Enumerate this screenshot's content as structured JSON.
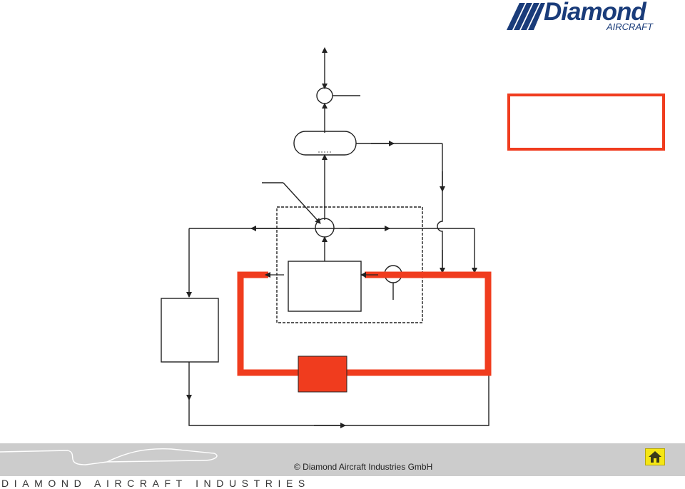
{
  "logo": {
    "name": "Diamond",
    "subtitle": "AIRCRAFT"
  },
  "footer": {
    "copyright": "© Diamond Aircraft Industries GmbH",
    "company": "DIAMOND AIRCRAFT INDUSTRIES"
  },
  "icons": {
    "home": "home-icon",
    "logo": "diamond-stripes-logo"
  },
  "colors": {
    "highlight": "#f03c1e",
    "line": "#222222",
    "brand": "#1a3c7a",
    "footer_bg": "#cccccc",
    "home_button": "#f5e614"
  }
}
